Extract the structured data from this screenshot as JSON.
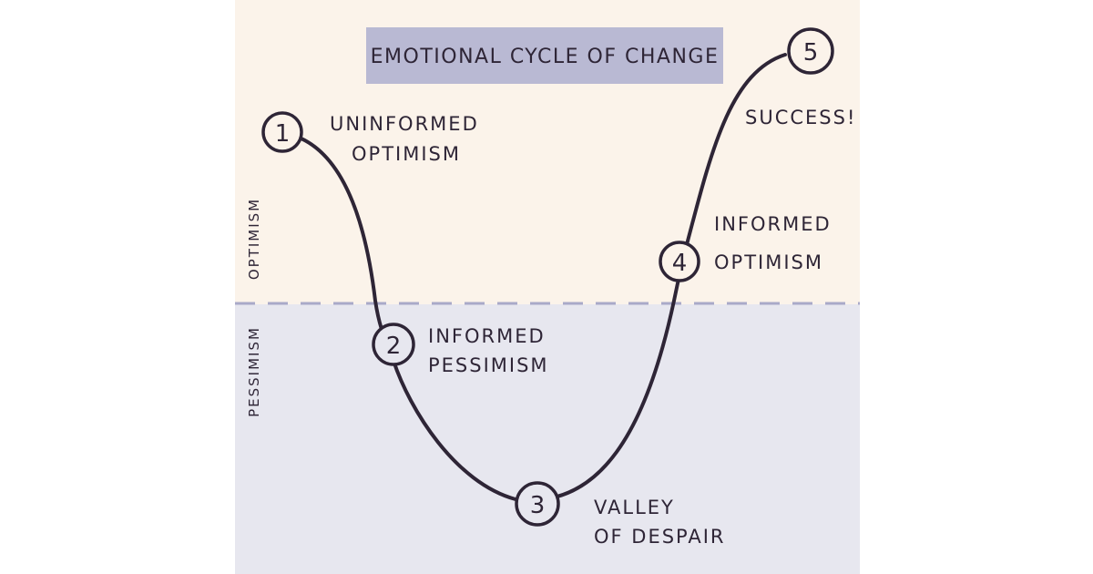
{
  "title": "EMOTIONAL CYCLE OF CHANGE",
  "zones": {
    "upper_label": "OPTIMISM",
    "lower_label": "PESSIMISM"
  },
  "stages": [
    {
      "number": "1",
      "line1": "UNINFORMED",
      "line2": "OPTIMISM"
    },
    {
      "number": "2",
      "line1": "INFORMED",
      "line2": "PESSIMISM"
    },
    {
      "number": "3",
      "line1": "VALLEY",
      "line2": "OF DESPAIR"
    },
    {
      "number": "4",
      "line1": "INFORMED",
      "line2": "OPTIMISM"
    },
    {
      "number": "5",
      "line1": "SUCCESS!",
      "line2": ""
    }
  ],
  "colors": {
    "optimism_bg": "#fbf3ea",
    "pessimism_bg": "#e7e7ef",
    "title_bg": "#b9b9d3",
    "ink": "#2e2536",
    "divider": "#a9a9c8"
  }
}
